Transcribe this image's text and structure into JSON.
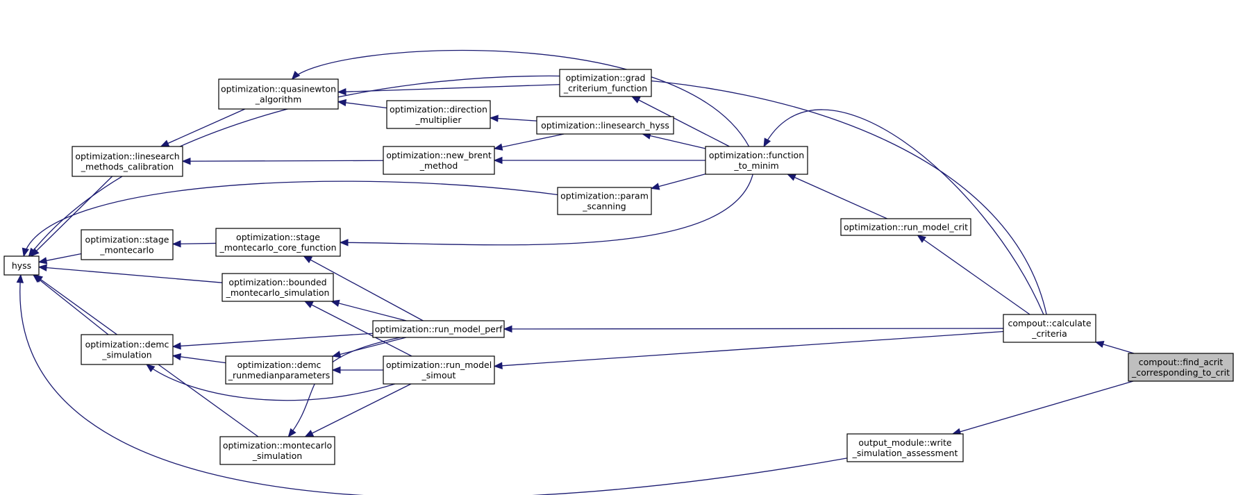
{
  "colors": {
    "edge": "#191970",
    "node_border": "#000000",
    "highlight_fill": "#bfbfbf",
    "background": "#ffffff"
  },
  "nodes": {
    "hyss": {
      "lines": [
        "hyss"
      ]
    },
    "qn": {
      "lines": [
        "optimization::quasinewton",
        "_algorithm"
      ]
    },
    "lmc": {
      "lines": [
        "optimization::linesearch",
        "_methods_calibration"
      ]
    },
    "smc": {
      "lines": [
        "optimization::stage",
        "_montecarlo"
      ]
    },
    "demc": {
      "lines": [
        "optimization::demc",
        "_simulation"
      ]
    },
    "grad": {
      "lines": [
        "optimization::grad",
        "_criterium_function"
      ]
    },
    "dirm": {
      "lines": [
        "optimization::direction",
        "_multiplier"
      ]
    },
    "lsh": {
      "lines": [
        "optimization::linesearch_hyss"
      ]
    },
    "nbm": {
      "lines": [
        "optimization::new_brent",
        "_method"
      ]
    },
    "ftm": {
      "lines": [
        "optimization::function",
        "_to_minim"
      ]
    },
    "ps": {
      "lines": [
        "optimization::param",
        "_scanning"
      ]
    },
    "smccf": {
      "lines": [
        "optimization::stage",
        "_montecarlo_core_function"
      ]
    },
    "bms": {
      "lines": [
        "optimization::bounded",
        "_montecarlo_simulation"
      ]
    },
    "rmp": {
      "lines": [
        "optimization::run_model_perf"
      ]
    },
    "drmp": {
      "lines": [
        "optimization::demc",
        "_runmedianparameters"
      ]
    },
    "rms": {
      "lines": [
        "optimization::run_model",
        "_simout"
      ]
    },
    "mcs": {
      "lines": [
        "optimization::montecarlo",
        "_simulation"
      ]
    },
    "rmc": {
      "lines": [
        "optimization::run_model_crit"
      ]
    },
    "cc": {
      "lines": [
        "compout::calculate",
        "_criteria"
      ]
    },
    "fac": {
      "lines": [
        "compout::find_acrit",
        "_corresponding_to_crit"
      ]
    },
    "wsa": {
      "lines": [
        "output_module::write",
        "_simulation_assessment"
      ]
    }
  },
  "edges": [
    [
      "fac",
      "cc"
    ],
    [
      "fac",
      "wsa"
    ],
    [
      "cc",
      "rmc"
    ],
    [
      "cc",
      "rmp"
    ],
    [
      "cc",
      "rms"
    ],
    [
      "cc",
      "ftm"
    ],
    [
      "cc",
      "hyss"
    ],
    [
      "rmc",
      "ftm"
    ],
    [
      "ftm",
      "qn"
    ],
    [
      "ftm",
      "grad"
    ],
    [
      "ftm",
      "lsh"
    ],
    [
      "ftm",
      "nbm"
    ],
    [
      "ftm",
      "ps"
    ],
    [
      "ftm",
      "smccf"
    ],
    [
      "grad",
      "qn"
    ],
    [
      "dirm",
      "qn"
    ],
    [
      "lsh",
      "dirm"
    ],
    [
      "lsh",
      "nbm"
    ],
    [
      "qn",
      "lmc"
    ],
    [
      "nbm",
      "lmc"
    ],
    [
      "lmc",
      "hyss"
    ],
    [
      "ps",
      "hyss"
    ],
    [
      "smccf",
      "smc"
    ],
    [
      "smc",
      "hyss"
    ],
    [
      "rmp",
      "smccf"
    ],
    [
      "rmp",
      "bms"
    ],
    [
      "rmp",
      "demc"
    ],
    [
      "rmp",
      "drmp"
    ],
    [
      "rmp",
      "mcs"
    ],
    [
      "rms",
      "bms"
    ],
    [
      "rms",
      "drmp"
    ],
    [
      "rms",
      "demc"
    ],
    [
      "rms",
      "mcs"
    ],
    [
      "bms",
      "hyss"
    ],
    [
      "drmp",
      "demc"
    ],
    [
      "demc",
      "hyss"
    ],
    [
      "mcs",
      "hyss"
    ],
    [
      "wsa",
      "hyss"
    ]
  ]
}
